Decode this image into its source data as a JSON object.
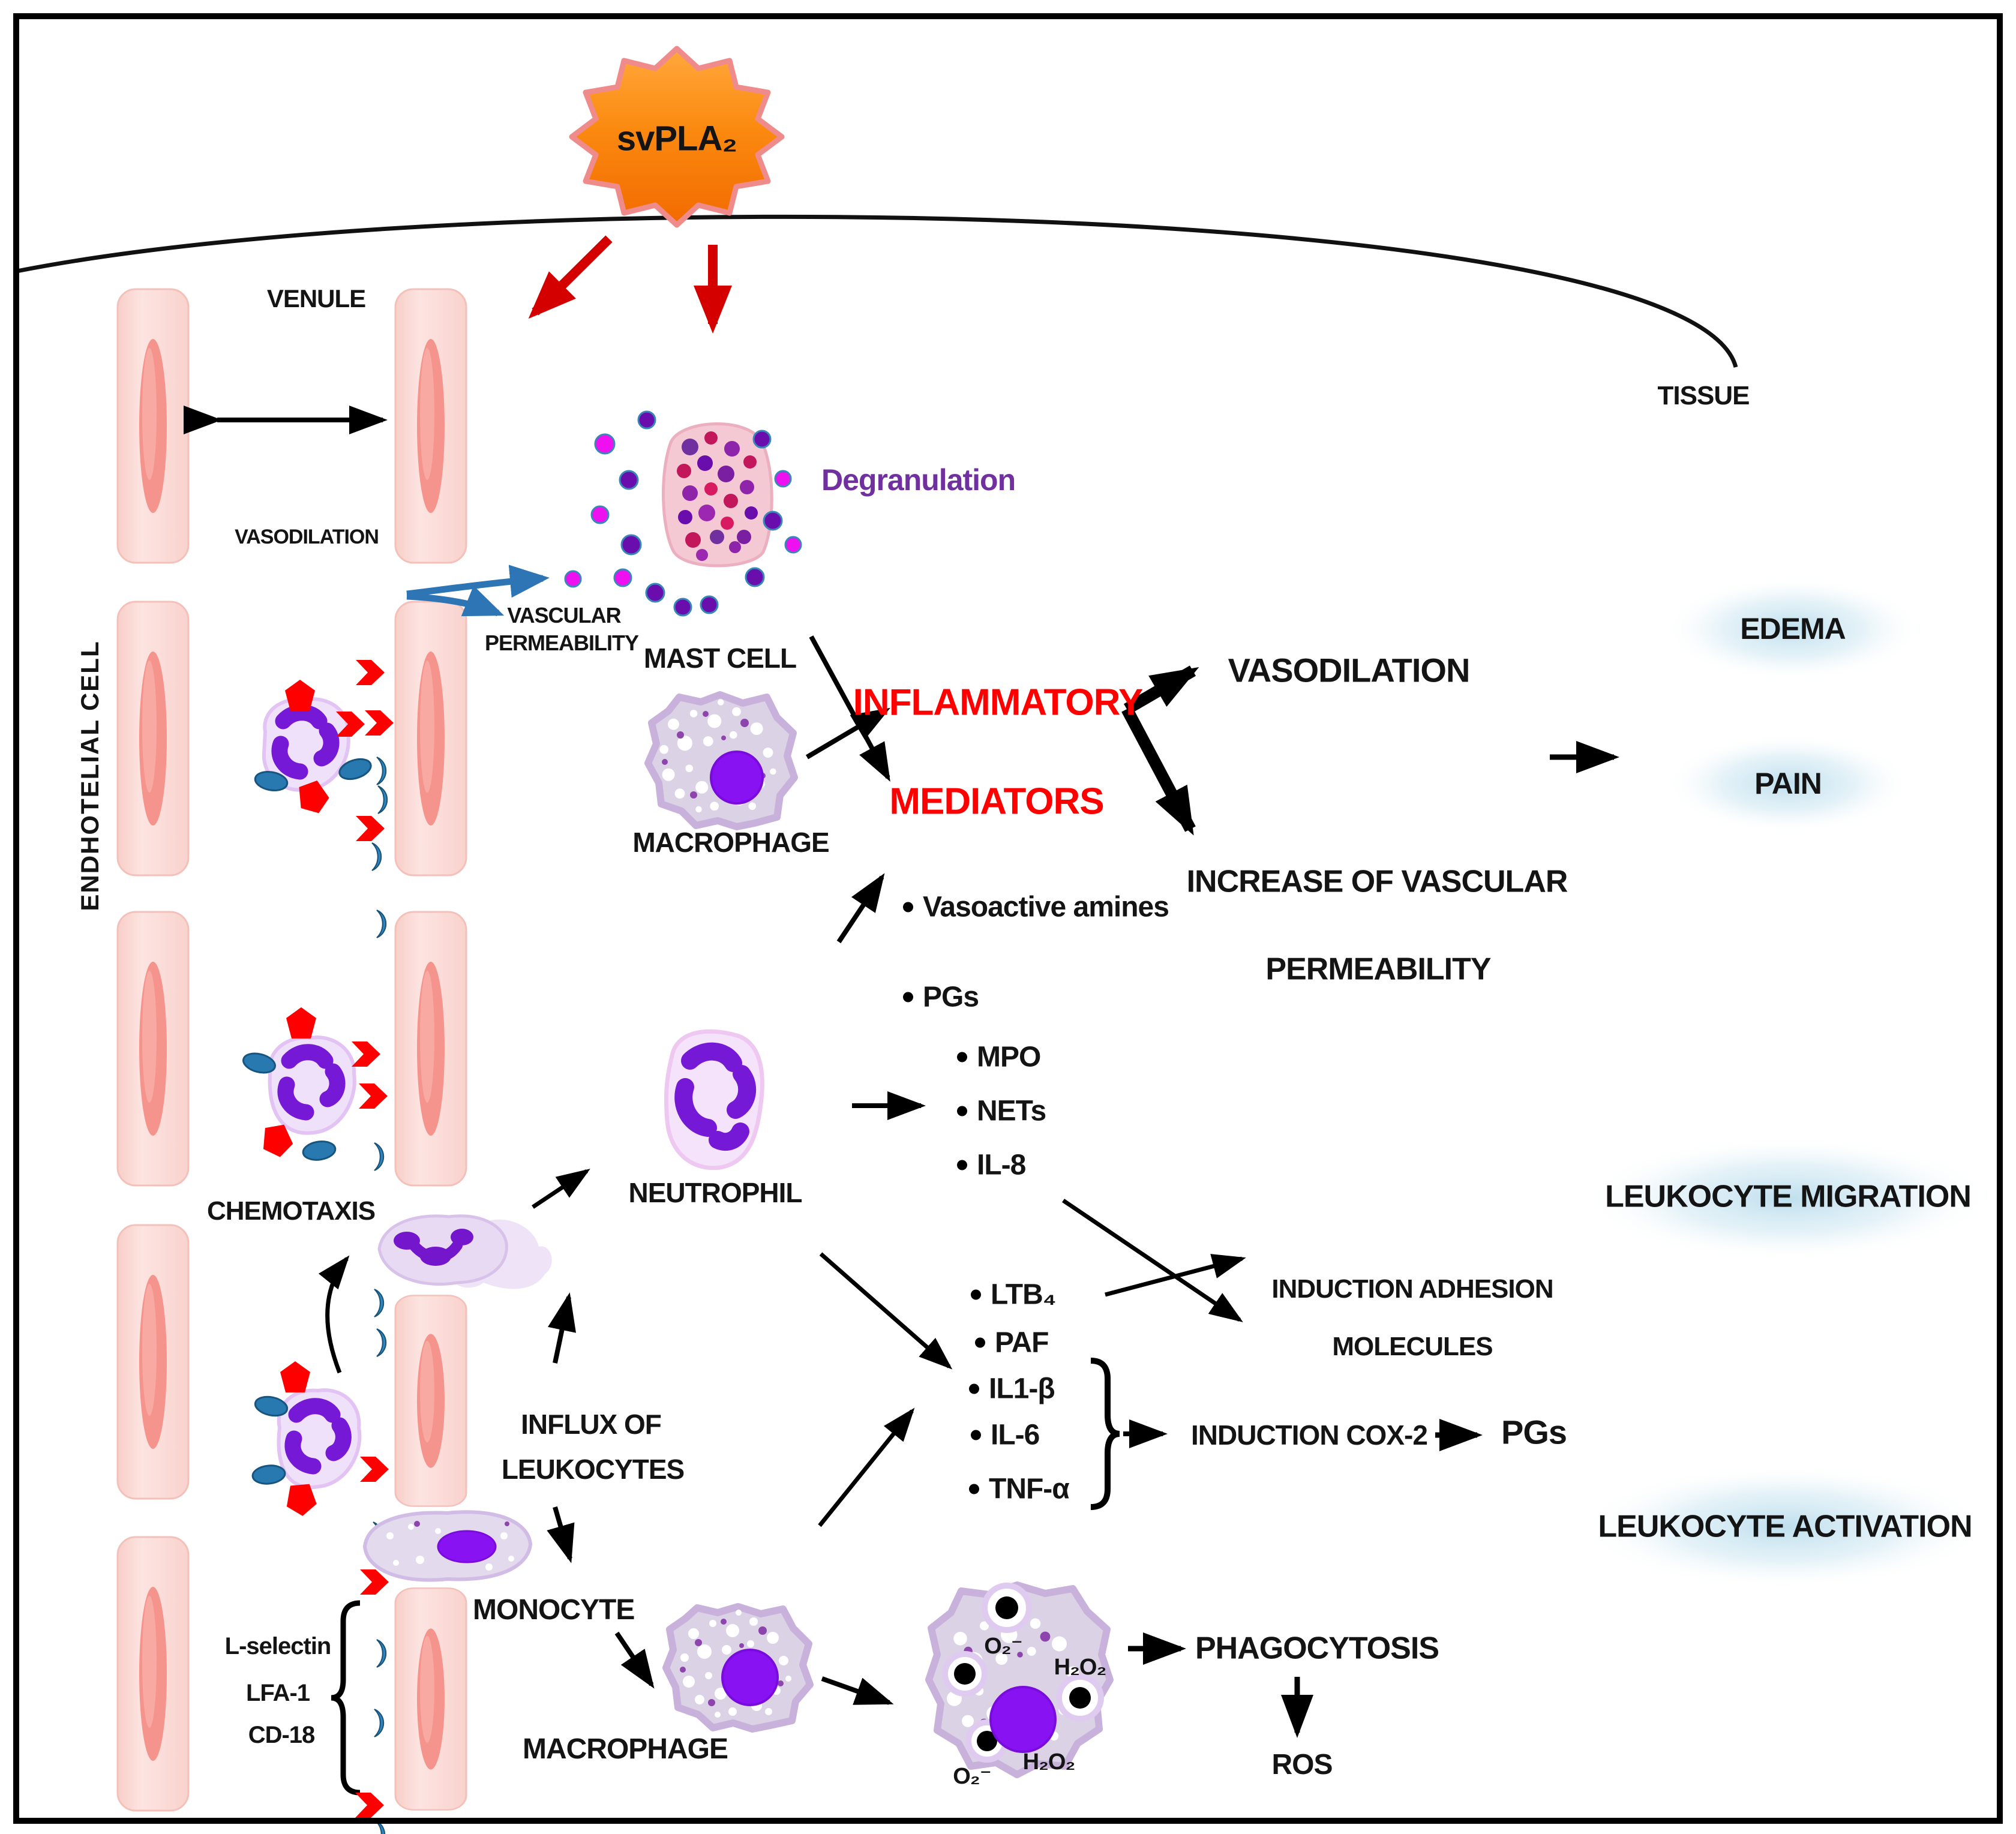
{
  "stimulus": {
    "label": "svPLA₂"
  },
  "regions": {
    "venule": "VENULE",
    "tissue": "TISSUE",
    "endothelial_cell": "ENDHOTELIAL CELL"
  },
  "vessel": {
    "vasodilation": "VASODILATION",
    "permeability_line1": "VASCULAR",
    "permeability_line2": "PERMEABILITY"
  },
  "mast_cell": {
    "label": "MAST CELL",
    "degranulation": "Degranulation"
  },
  "macrophage_top": {
    "label": "MACROPHAGE",
    "mediators": [
      "Vasoactive amines",
      "PGs"
    ]
  },
  "inflammatory_mediators": {
    "line1": "INFLAMMATORY",
    "line2": "MEDIATORS"
  },
  "effects": {
    "vasodilation": "VASODILATION",
    "increase_line1": "INCREASE OF VASCULAR",
    "increase_line2": "PERMEABILITY",
    "edema": "EDEMA",
    "pain": "PAIN"
  },
  "neutrophil": {
    "label": "NEUTROPHIL",
    "products": [
      "MPO",
      "NETs",
      "IL-8"
    ]
  },
  "cytokines": [
    "LTB₄",
    "PAF",
    "IL1-β",
    "IL-6",
    "TNF-α"
  ],
  "adhesion": {
    "line1": "INDUCTION ADHESION",
    "line2": "MOLECULES"
  },
  "cox2": {
    "label": "INDUCTION COX-2",
    "product": "PGs"
  },
  "outcomes": {
    "migration": "LEUKOCYTE MIGRATION",
    "activation": "LEUKOCYTE ACTIVATION"
  },
  "trafficking": {
    "chemotaxis": "CHEMOTAXIS",
    "influx_line1": "INFLUX OF",
    "influx_line2": "LEUKOCYTES",
    "adhesion_molecules": [
      "L-selectin",
      "LFA-1",
      "CD-18"
    ]
  },
  "monocyte": {
    "label": "MONOCYTE",
    "macrophage": "MACROPHAGE"
  },
  "activated_macrophage": {
    "o2_top": "O₂⁻",
    "h2o2_right": "H₂O₂",
    "o2_bottom": "O₂⁻",
    "h2o2_bottom": "H₂O₂",
    "phagocytosis": "PHAGOCYTOSIS",
    "ros": "ROS"
  },
  "colors": {
    "starburst": "#F97B06",
    "starburst_edge": "#F08B8B",
    "red_accent": "#FE0000",
    "arrow_red": "#D40000",
    "purple_text": "#7030A0",
    "blue_arrow": "#2E75B6",
    "vessel_pink": "#FBD9D5",
    "vessel_nucleus": "#F5948C",
    "leukocyte_body": "#F0E1FA",
    "leukocyte_nucleus": "#7619D6",
    "macrophage_body": "#DCD2E6",
    "macrophage_nucleus": "#8912F2",
    "cloud_blue": "#BBDDEC",
    "marker_blue": "#2E86C1"
  }
}
